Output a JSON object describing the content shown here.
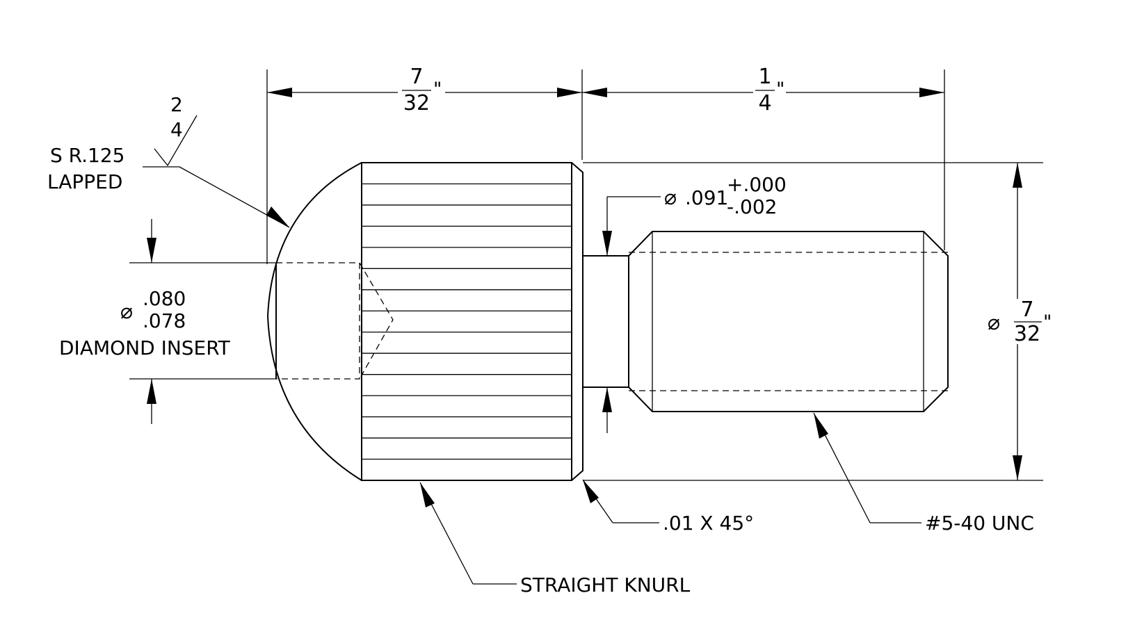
{
  "dimensions": {
    "knurl_length": {
      "numerator": "7",
      "denominator": "32",
      "unit": "\""
    },
    "thread_length": {
      "numerator": "1",
      "denominator": "4",
      "unit": "\""
    },
    "diameter": {
      "symbol": "⌀",
      "numerator": "7",
      "denominator": "32",
      "unit": "\""
    },
    "relief_diameter": {
      "symbol": "⌀",
      "value": ".091",
      "upper_tol": "+.000",
      "lower_tol": "-.002"
    },
    "insert_diameter": {
      "symbol": "⌀",
      "upper": ".080",
      "lower": ".078",
      "label": "DIAMOND INSERT"
    }
  },
  "surface_finish": {
    "top": "2",
    "bottom": "4"
  },
  "callouts": {
    "sphere_radius": "S R.125",
    "sphere_finish": "LAPPED",
    "knurl": "STRAIGHT KNURL",
    "chamfer": ".01 X 45°",
    "thread": "#5-40 UNC"
  }
}
